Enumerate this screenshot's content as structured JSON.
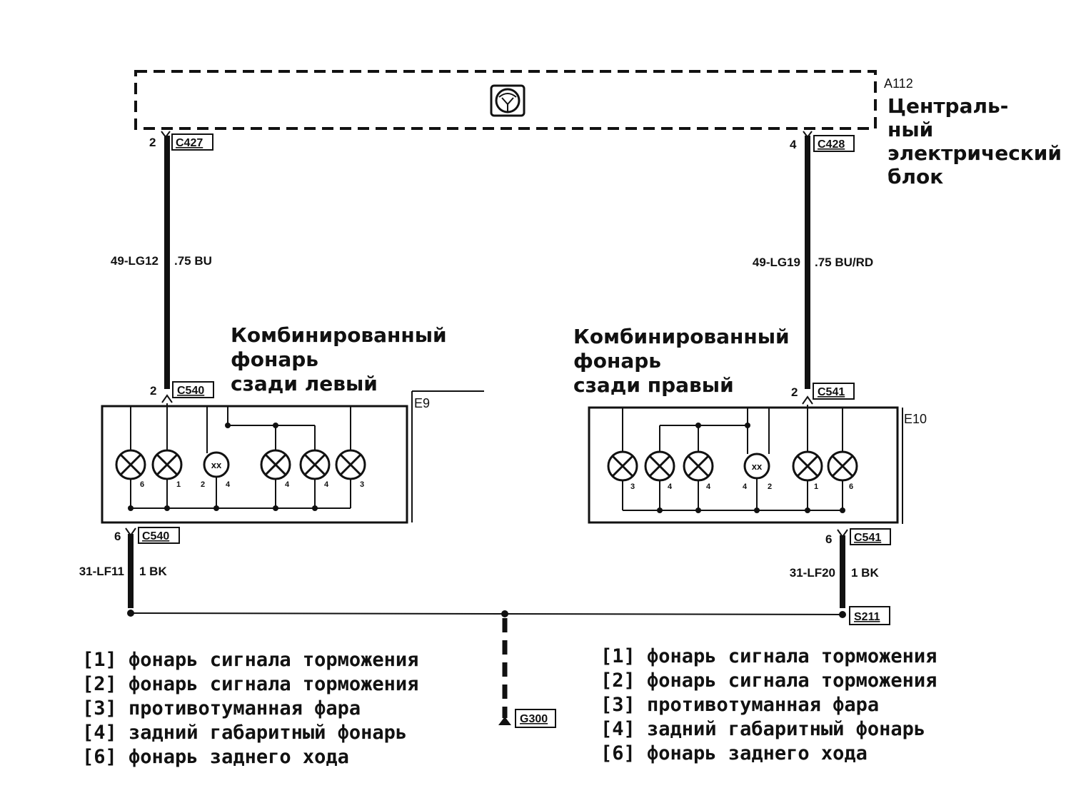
{
  "module": {
    "id": "A112",
    "title_lines": [
      "Централь-",
      "ный",
      "электрический",
      "блок"
    ]
  },
  "connectors": {
    "c427": "C427",
    "c428": "C428",
    "c540": "C540",
    "c541": "C541",
    "s211": "S211",
    "g300": "G300"
  },
  "pins": {
    "c427": "2",
    "c428": "4",
    "c540_top": "2",
    "c541_top": "2",
    "c540_bottom": "6",
    "c541_bottom": "6"
  },
  "wires": {
    "left_top": {
      "circuit": "49-LG12",
      "spec": ".75 BU"
    },
    "right_top": {
      "circuit": "49-LG19",
      "spec": ".75 BU/RD"
    },
    "left_bottom": {
      "circuit": "31-LF11",
      "spec": "1 BK"
    },
    "right_bottom": {
      "circuit": "31-LF20",
      "spec": "1 BK"
    }
  },
  "lamps": {
    "left": {
      "id": "E9",
      "title_lines": [
        "Комбинированный",
        "фонарь",
        "сзади левый"
      ],
      "bulbs": [
        "6",
        "1",
        "2",
        "4",
        "4",
        "4",
        "3"
      ]
    },
    "right": {
      "id": "E10",
      "title_lines": [
        "Комбинированный",
        "фонарь",
        "сзади правый"
      ],
      "bulbs": [
        "3",
        "4",
        "4",
        "4",
        "2",
        "1",
        "6"
      ]
    }
  },
  "legend": {
    "left": [
      "[1] фонарь сигнала торможения",
      "[2] фонарь сигнала торможения",
      "[3] противотуманная фара",
      "[4] задний габаритный фонарь",
      "[6] фонарь заднего хода"
    ],
    "right": [
      "[1] фонарь сигнала торможения",
      "[2] фонарь сигнала торможения",
      "[3] противотуманная фара",
      "[4] задний габаритный фонарь",
      "[6] фонарь заднего хода"
    ]
  }
}
